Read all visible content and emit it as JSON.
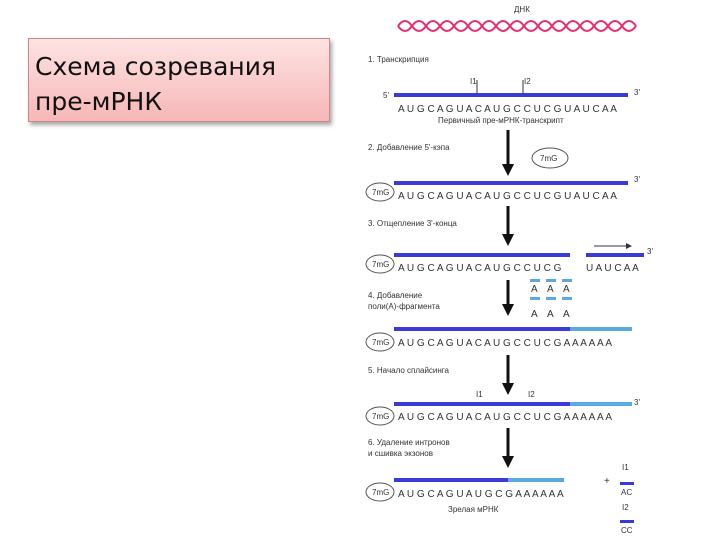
{
  "title": "Схема созревания пре-мРНК",
  "dna_label": "ДНК",
  "steps": [
    {
      "label": "1. Транскрипция"
    },
    {
      "label": "2. Добавление 5'-кэпа"
    },
    {
      "label": "3. Отщепление 3'-конца"
    },
    {
      "label_line1": "4. Добавление",
      "label_line2": "поли(А)-фрагмента"
    },
    {
      "label": "5. Начало сплайсинга"
    },
    {
      "label_line1": "6. Удаление интронов",
      "label_line2": "и сшивка экзонов"
    }
  ],
  "labels": {
    "five_prime": "5'",
    "three_prime": "3'",
    "intron1": "I1",
    "intron2": "I2",
    "primary_transcript": "Первичный пре-мРНК-транскрипт",
    "cap": "7mG",
    "mature": "Зрелая мРНК",
    "plus": "+",
    "poly_a": "A",
    "cut_fragment": "U A U C A A",
    "excised1": "AC",
    "excised2": "CC"
  },
  "sequences": {
    "s1": "A U G C A G U A C A U G C C U C G U A U C A A",
    "s2": "A U G C A G U A C A U G C C U C G U A U C A A",
    "s3": "A U G C A G U A C A U G C C U C G",
    "s4": "A U G C A G U A C A U G C C U C G A A A A A A",
    "s5": "A U G C A G U A C A U G C C U C G A A A A A A",
    "s6": "A U G C A G U A U G C G A A A A A A"
  },
  "colors": {
    "strand": "#3a3ad8",
    "helix": "#e0307a",
    "poly_a": "#5aaae0",
    "arrow": "#111111",
    "title_bg": "#f7b7b7"
  }
}
